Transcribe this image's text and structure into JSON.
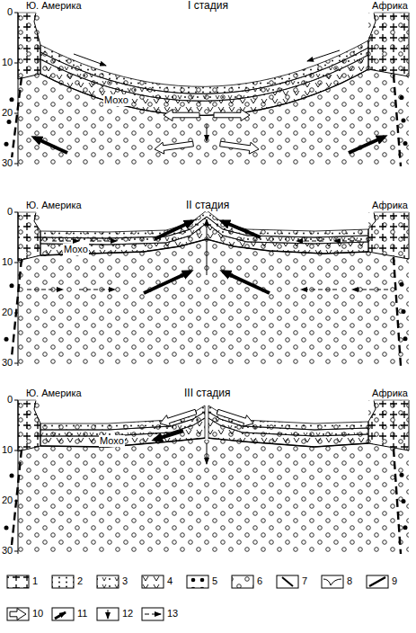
{
  "diagram": {
    "labels": [
      "Ю. Америка",
      "I стадия",
      "Африка",
      "0",
      "10",
      "20",
      "30",
      "Мохо",
      "Ю. Америка",
      "II стадия",
      "Африка",
      "0",
      "10",
      "20",
      "30",
      "Мохо",
      "Ю. Америка",
      "III стадия",
      "Африка",
      "0",
      "10",
      "20",
      "30",
      "Мохо"
    ],
    "legend": [
      {
        "text": "1"
      },
      {
        "text": "2"
      },
      {
        "text": "3"
      },
      {
        "text": "4"
      },
      {
        "text": "5"
      },
      {
        "text": "6"
      },
      {
        "text": "7"
      },
      {
        "text": "8"
      },
      {
        "text": "9"
      },
      {
        "text": "10"
      },
      {
        "text": "11"
      },
      {
        "text": "12"
      },
      {
        "text": "13"
      }
    ]
  }
}
